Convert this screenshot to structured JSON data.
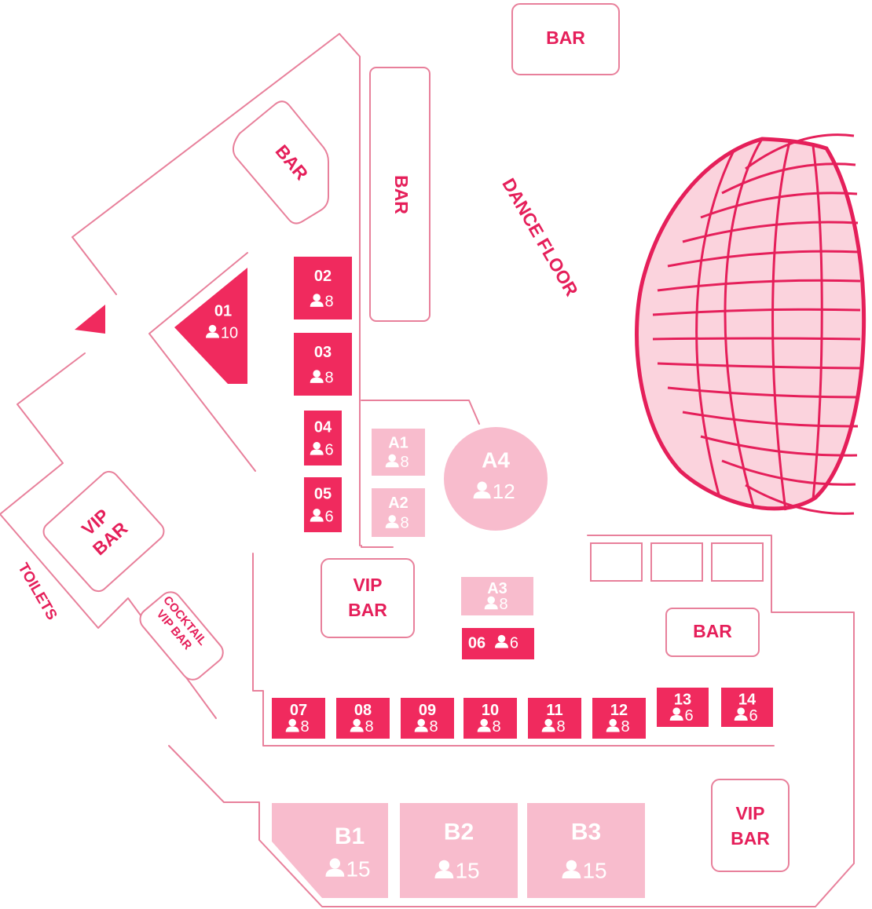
{
  "colors": {
    "primary": "#f02a5e",
    "light": "#f8bccd",
    "wall": "#e8809b",
    "text": "#e51f5a",
    "globe_fill": "#fbd3dd"
  },
  "icons": {
    "guest": "person-icon"
  },
  "areas": {
    "bar_top": "BAR",
    "bar_left": "BAR",
    "bar_long": "BAR",
    "bar_right": "BAR",
    "dance_floor": "DANCE FLOOR",
    "toilets": "TOILETS",
    "vip_bar_left": [
      "VIP",
      "BAR"
    ],
    "vip_bar_center": [
      "VIP",
      "BAR"
    ],
    "vip_bar_right": [
      "VIP",
      "BAR"
    ],
    "cocktail_vip_bar": [
      "COCKTAIL",
      "VIP BAR"
    ]
  },
  "tables": [
    {
      "id": "01",
      "capacity": "10",
      "type": "standard"
    },
    {
      "id": "02",
      "capacity": "8",
      "type": "standard"
    },
    {
      "id": "03",
      "capacity": "8",
      "type": "standard"
    },
    {
      "id": "04",
      "capacity": "6",
      "type": "standard"
    },
    {
      "id": "05",
      "capacity": "6",
      "type": "standard"
    },
    {
      "id": "06",
      "capacity": "6",
      "type": "standard"
    },
    {
      "id": "07",
      "capacity": "8",
      "type": "standard"
    },
    {
      "id": "08",
      "capacity": "8",
      "type": "standard"
    },
    {
      "id": "09",
      "capacity": "8",
      "type": "standard"
    },
    {
      "id": "10",
      "capacity": "8",
      "type": "standard"
    },
    {
      "id": "11",
      "capacity": "8",
      "type": "standard"
    },
    {
      "id": "12",
      "capacity": "8",
      "type": "standard"
    },
    {
      "id": "13",
      "capacity": "6",
      "type": "standard"
    },
    {
      "id": "14",
      "capacity": "6",
      "type": "standard"
    },
    {
      "id": "A1",
      "capacity": "8",
      "type": "premium"
    },
    {
      "id": "A2",
      "capacity": "8",
      "type": "premium"
    },
    {
      "id": "A3",
      "capacity": "8",
      "type": "premium"
    },
    {
      "id": "A4",
      "capacity": "12",
      "type": "premium"
    },
    {
      "id": "B1",
      "capacity": "15",
      "type": "premium"
    },
    {
      "id": "B2",
      "capacity": "15",
      "type": "premium"
    },
    {
      "id": "B3",
      "capacity": "15",
      "type": "premium"
    }
  ]
}
